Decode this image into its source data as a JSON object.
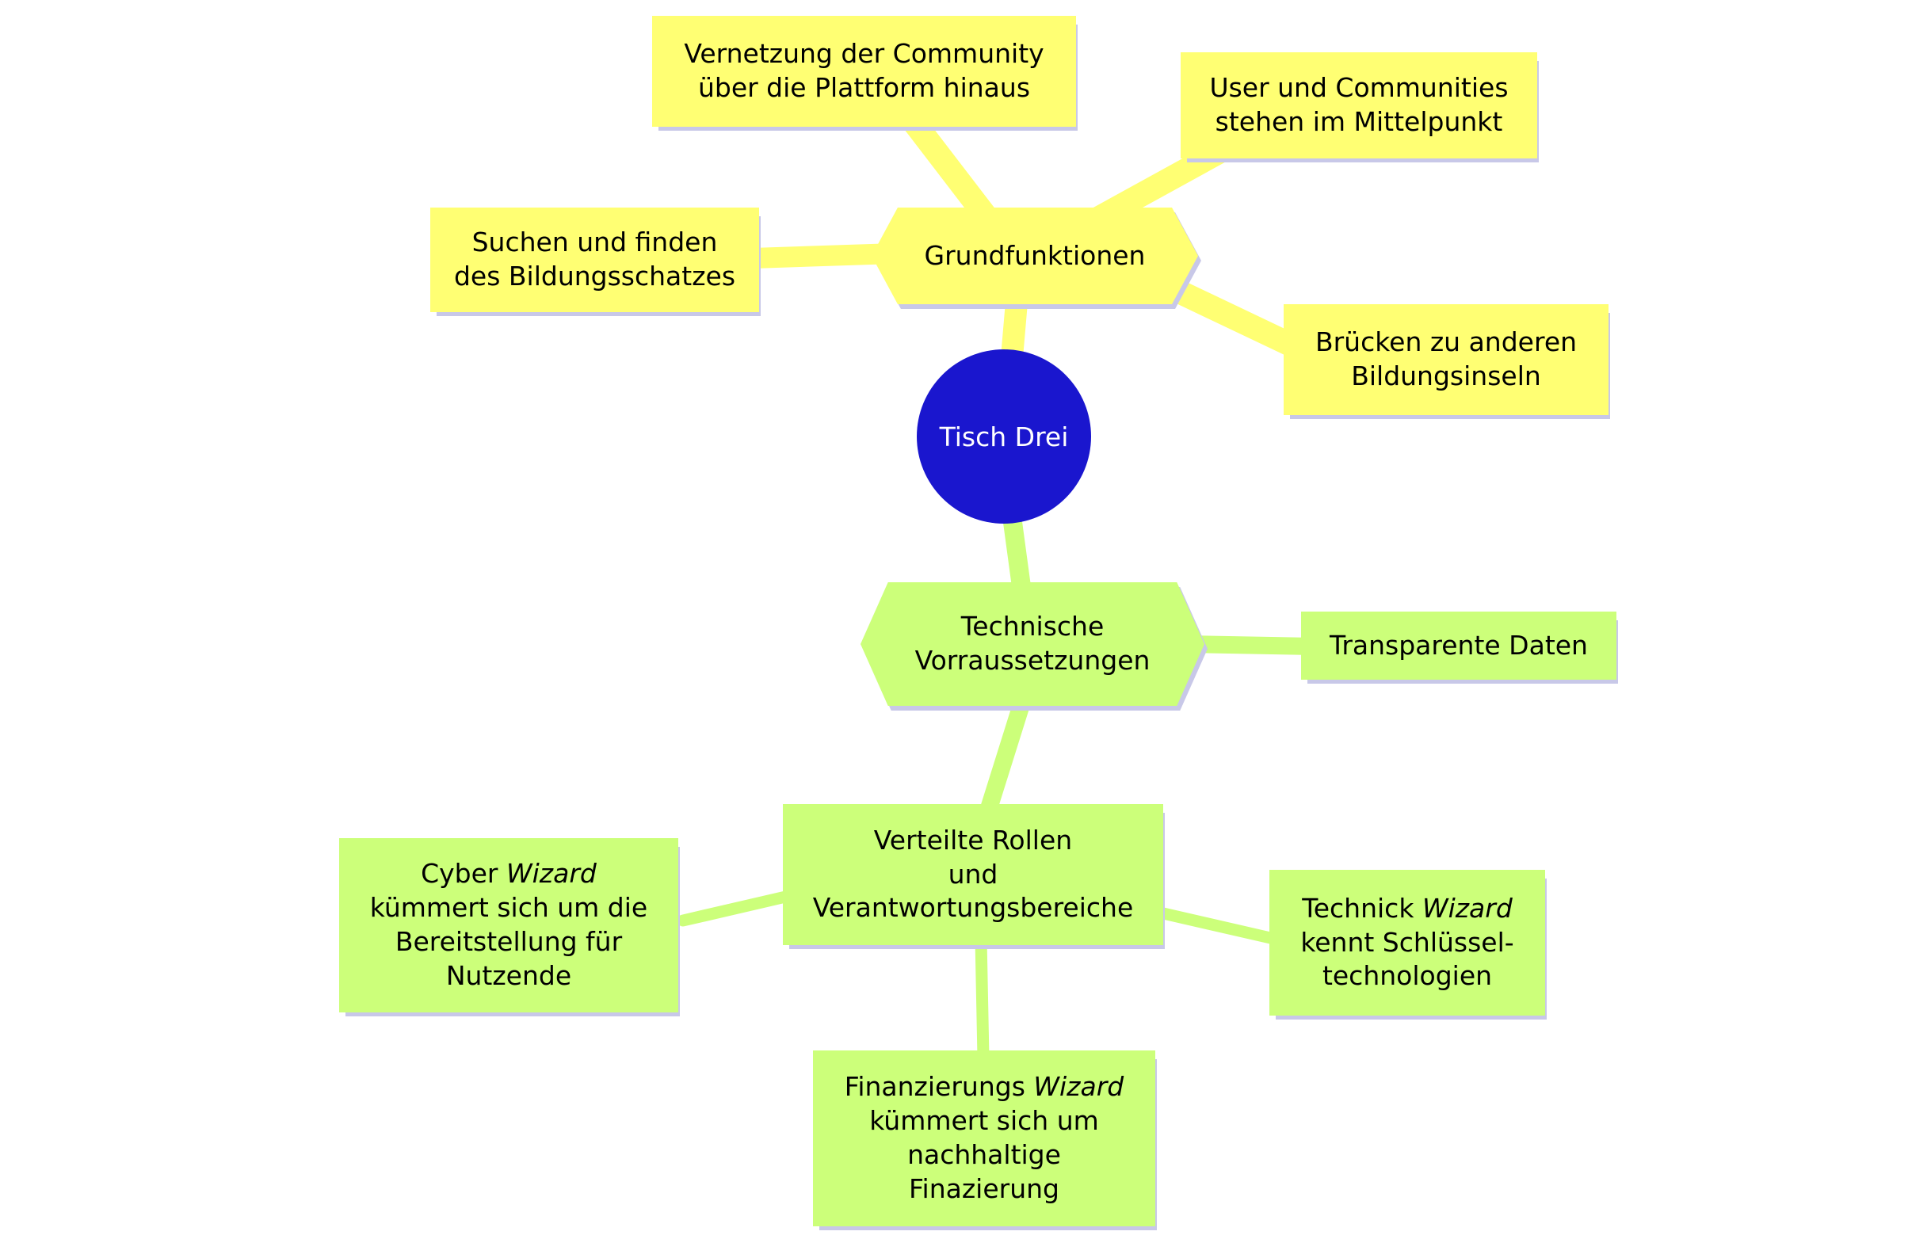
{
  "colors": {
    "branch_yellow": "#FFFF73",
    "branch_green": "#CCFF7A",
    "center_blue": "#1A16CE",
    "shadow_lavender": "#C8C8E8",
    "text": "#000000",
    "center_text": "#FFFFFF",
    "background": "#FFFFFF"
  },
  "center": {
    "label": "Tisch Drei"
  },
  "branches": {
    "grundfunktionen": {
      "label": "Grundfunktionen",
      "children": {
        "vernetzung": {
          "text": "Vernetzung der Community\nüber die Plattform hinaus"
        },
        "user_communities": {
          "text": "User und Communities\nstehen im Mittelpunkt"
        },
        "suchen_finden": {
          "text": "Suchen und finden\ndes Bildungsschatzes"
        },
        "bruecken": {
          "text": "Brücken zu anderen\nBildungsinseln"
        }
      }
    },
    "technische_vorraussetzungen": {
      "label": "Technische\nVorraussetzungen",
      "children": {
        "transparente_daten": {
          "text": "Transparente Daten"
        },
        "verteilte_rollen": {
          "text": "Verteilte Rollen\nund\nVerantwortungsbereiche",
          "children": {
            "cyber_wizard": {
              "pre": "Cyber ",
              "italic": "Wizard",
              "post": "\nkümmert sich um die\nBereitstellung für\nNutzende"
            },
            "technick_wizard": {
              "pre": "Technick ",
              "italic": "Wizard",
              "post": "\nkennt Schlüssel-\ntechnologien"
            },
            "finanzierungs_wizard": {
              "pre": "Finanzierungs ",
              "italic": "Wizard",
              "post": "\nkümmert sich um\nnachhaltige\nFinazierung"
            }
          }
        }
      }
    }
  }
}
